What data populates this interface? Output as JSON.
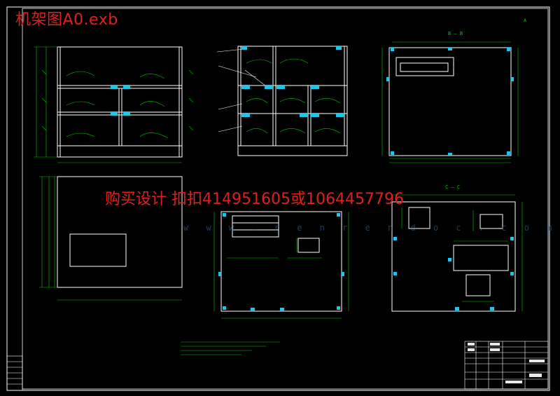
{
  "title": "机架图A0.exb",
  "watermark": {
    "text": "购买设计 扣扣414951605或1064457796",
    "url": "w w w . r e n r e n d o c . c o m"
  },
  "section_labels": {
    "bb": "B — B",
    "cc": "C — C"
  },
  "corner_mark": "A"
}
